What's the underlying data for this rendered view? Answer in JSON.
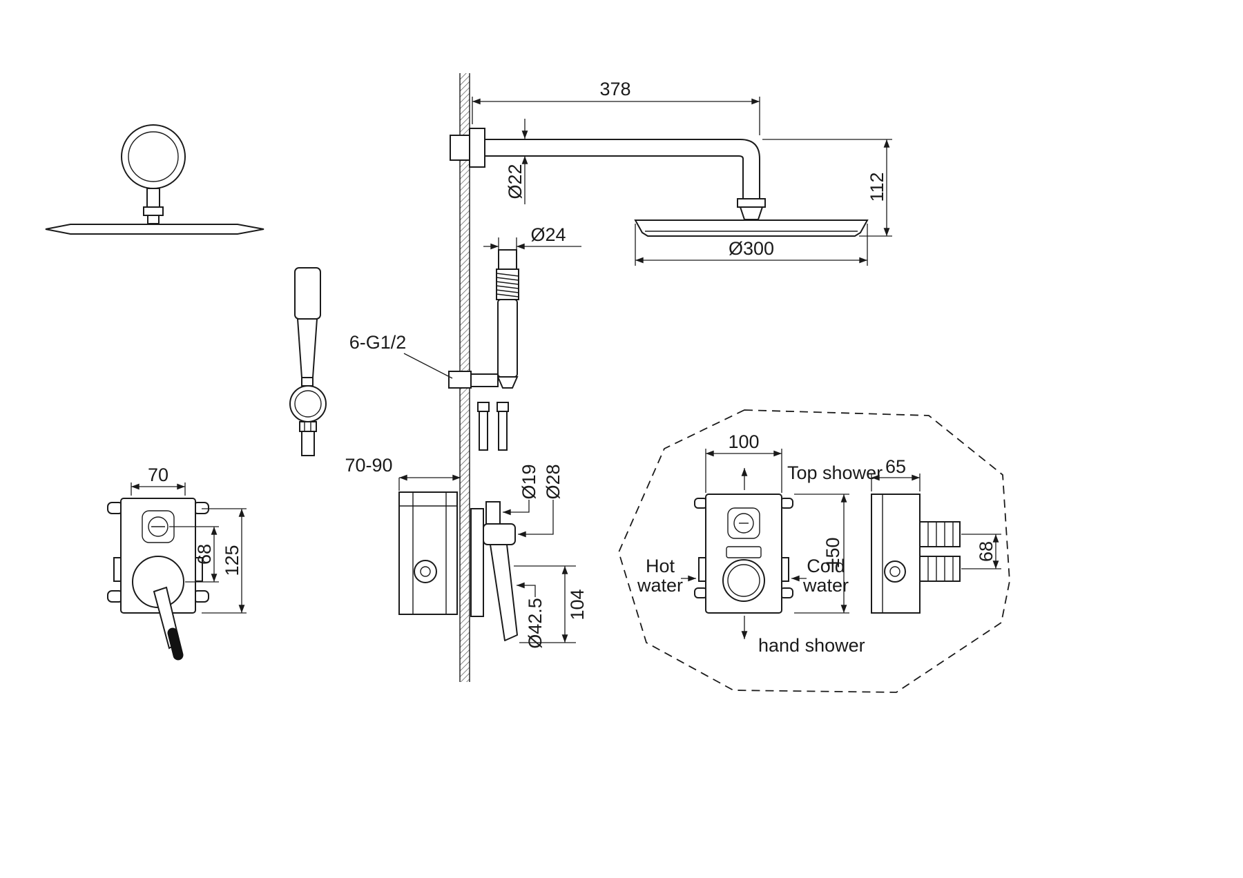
{
  "colors": {
    "line": "#1a1a1a",
    "background": "#ffffff"
  },
  "views": {
    "overhead_arm": {
      "dim_length": "378",
      "dim_arm_diameter": "Ø22",
      "dim_drop": "112",
      "dim_head_diameter": "Ø300"
    },
    "hand_shower": {
      "dim_holder_diameter": "Ø24",
      "thread_note": "6-G1/2"
    },
    "mixer_front": {
      "dim_width": "70",
      "dim_port_offset": "68",
      "dim_height": "125"
    },
    "mixer_side": {
      "dim_depth_range": "70-90",
      "dim_stem_diameter": "Ø19",
      "dim_hub_diameter": "Ø28",
      "dim_lever_end_diameter": "Ø42.5",
      "dim_lever_length": "104"
    },
    "rough_in_front": {
      "dim_width": "100",
      "dim_height": "150",
      "label_top_shower": "Top shower",
      "label_hot_line1": "Hot",
      "label_hot_line2": "water",
      "label_cold_line1": "Cold",
      "label_cold_line2": "water",
      "label_hand_shower": "hand shower"
    },
    "rough_in_side": {
      "dim_depth": "65",
      "dim_port_spacing": "68"
    }
  }
}
